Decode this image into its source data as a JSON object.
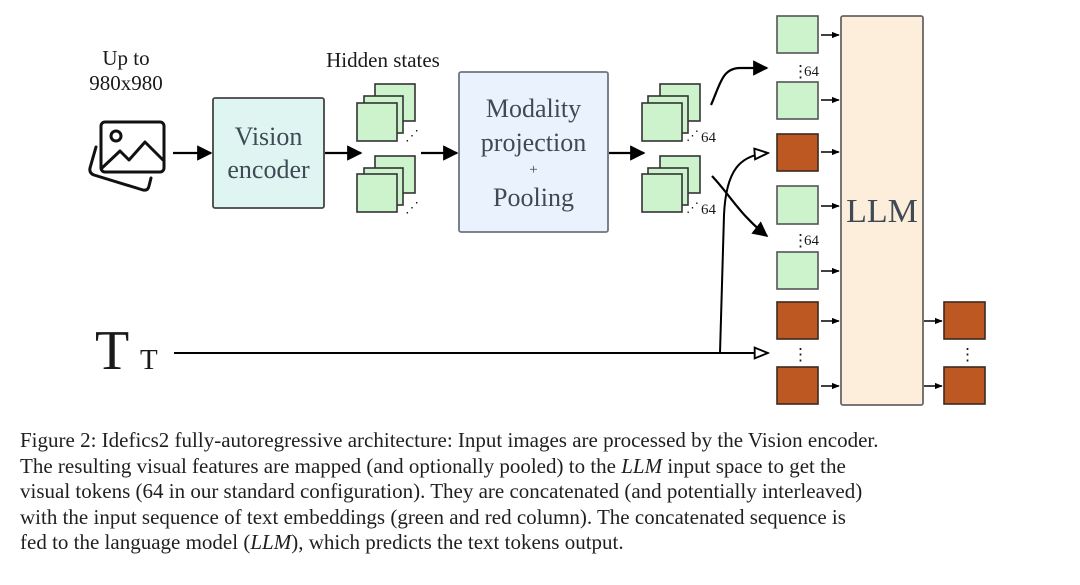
{
  "colors": {
    "vision_encoder_fill": "#dff5f2",
    "modality_fill": "#eaf2fd",
    "llm_fill": "#fdeedb",
    "visual_token_fill": "#cdf3cc",
    "text_token_fill": "#bd5823",
    "border": "#444444",
    "box_text": "#3f4a55"
  },
  "input_image": {
    "label_line1": "Up to",
    "label_line2": "980x980",
    "icon": "image-icon"
  },
  "vision_encoder": {
    "line1": "Vision",
    "line2": "encoder"
  },
  "hidden_states": {
    "label": "Hidden states",
    "continuation": "⋰"
  },
  "modality_projection": {
    "line1": "Modality",
    "line2": "projection",
    "line3": "+",
    "line4": "Pooling"
  },
  "pooled_outputs": {
    "count_label": "64",
    "continuation": "⋰"
  },
  "llm": {
    "label": "LLM"
  },
  "token_column": {
    "group1_count": "64",
    "group2_count": "64",
    "vdots": "⋮"
  },
  "text_input": {
    "big": "T",
    "small": "T"
  },
  "output_column": {
    "vdots": "⋮"
  },
  "caption": {
    "line1": "Figure 2: Idefics2 fully-autoregressive architecture: Input images are processed by the Vision encoder.",
    "line2_a": "The resulting visual features are mapped (and optionally pooled) to the ",
    "line2_math": "LLM",
    "line2_b": " input space to get the",
    "line3": "visual tokens (64 in our standard configuration). They are concatenated (and potentially interleaved)",
    "line4": "with the input sequence of text embeddings (green and red column). The concatenated sequence is",
    "line5_a": "fed to the language model (",
    "line5_math": "LLM",
    "line5_b": "), which predicts the text tokens output."
  }
}
